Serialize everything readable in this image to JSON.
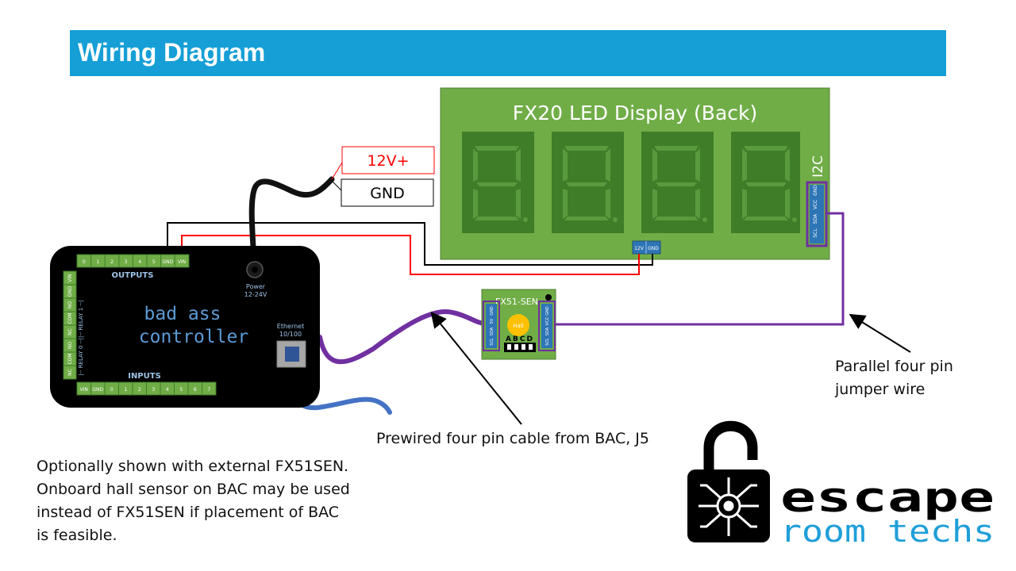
{
  "header": {
    "title": "Wiring Diagram"
  },
  "display": {
    "title": "FX20 LED Display (Back)",
    "i2c_label": "I2C",
    "i2c_pins": [
      "GND",
      "VCC",
      "SDA",
      "SCL"
    ],
    "power_pins": [
      "12V",
      "GND"
    ]
  },
  "power_labels": {
    "positive": "12V+",
    "ground": "GND"
  },
  "controller": {
    "name_line1": "bad ass",
    "name_line2": "controller",
    "outputs_label": "OUTPUTS",
    "inputs_label": "INPUTS",
    "output_pins": [
      "0",
      "1",
      "2",
      "3",
      "4",
      "5",
      "GND",
      "VIN"
    ],
    "input_pins": [
      "VIN",
      "GND",
      "0",
      "1",
      "2",
      "3",
      "4",
      "5",
      "6",
      "7"
    ],
    "relay_pins": [
      "VIN",
      "GND",
      "NO",
      "COM",
      "NC",
      "NO",
      "COM",
      "NC"
    ],
    "relay_label": "|-- RELAY 0 --||-- RELAY 1 --|",
    "power_jack_label1": "Power",
    "power_jack_label2": "12-24V",
    "ethernet_label1": "Ethernet",
    "ethernet_label2": "10/100"
  },
  "sensor": {
    "title": "FX51-SEN",
    "hall_label": "Hall",
    "dip_label": "ABCD",
    "left_pins": [
      "GND",
      "5V",
      "SDA",
      "SCL"
    ],
    "right_pins": [
      "GND",
      "VCC",
      "SDA",
      "SCL"
    ]
  },
  "annotations": {
    "parallel_line1": "Parallel four pin",
    "parallel_line2": "jumper wire",
    "prewired": "Prewired four pin cable from BAC, J5",
    "note": "Optionally shown with external FX51SEN. Onboard hall sensor on BAC may be used instead of FX51SEN if placement of BAC is feasible."
  },
  "logo": {
    "line1": "escape",
    "line2": "room techs"
  },
  "colors": {
    "header": "#159fd6",
    "board_green": "#70ad47",
    "pin_blue": "#2e75b6",
    "wire_red": "#ff0000",
    "wire_purple": "#7030a0",
    "cable_blue": "#4472c4",
    "logo_blue": "#1f9fd9"
  }
}
